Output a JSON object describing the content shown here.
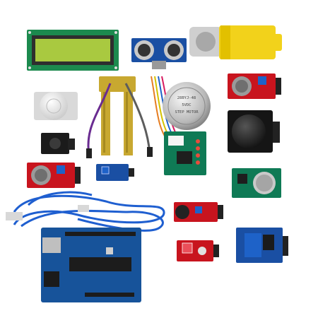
{
  "image": {
    "background": "#ffffff",
    "components": [
      {
        "id": "lcd",
        "name": "lcd-1602-display"
      },
      {
        "id": "ultrasonic",
        "name": "ultrasonic-sensor"
      },
      {
        "id": "gear_motor",
        "name": "yellow-gear-motor"
      },
      {
        "id": "pir",
        "name": "pir-motion-sensor"
      },
      {
        "id": "soil",
        "name": "soil-moisture-probe"
      },
      {
        "id": "stepper",
        "name": "stepper-motor",
        "lines": [
          "28BYJ-48",
          "5VDC",
          "STEP MOTOR"
        ]
      },
      {
        "id": "driver",
        "name": "uln2003-driver-board"
      },
      {
        "id": "gas_top",
        "name": "gas-sensor-module"
      },
      {
        "id": "joystick",
        "name": "joystick-module"
      },
      {
        "id": "ir_module",
        "name": "ir-receiver-module"
      },
      {
        "id": "gas_left",
        "name": "gas-sensor-module-2"
      },
      {
        "id": "soil_board",
        "name": "soil-comparator-board"
      },
      {
        "id": "rtc",
        "name": "rtc-clock-module"
      },
      {
        "id": "usb_cable",
        "name": "usb-cable"
      },
      {
        "id": "mic",
        "name": "microphone-sensor"
      },
      {
        "id": "uno",
        "name": "uno-board"
      },
      {
        "id": "water",
        "name": "water-level-sensor"
      },
      {
        "id": "relay",
        "name": "relay-module"
      }
    ],
    "colors": {
      "pcb_red": "#c8141e",
      "pcb_blue": "#1a4fa3",
      "pcb_green": "#0f7a55",
      "lcd_green": "#a9c940",
      "motor_yellow": "#f2d21b",
      "cable_blue": "#1f5fd0"
    }
  }
}
